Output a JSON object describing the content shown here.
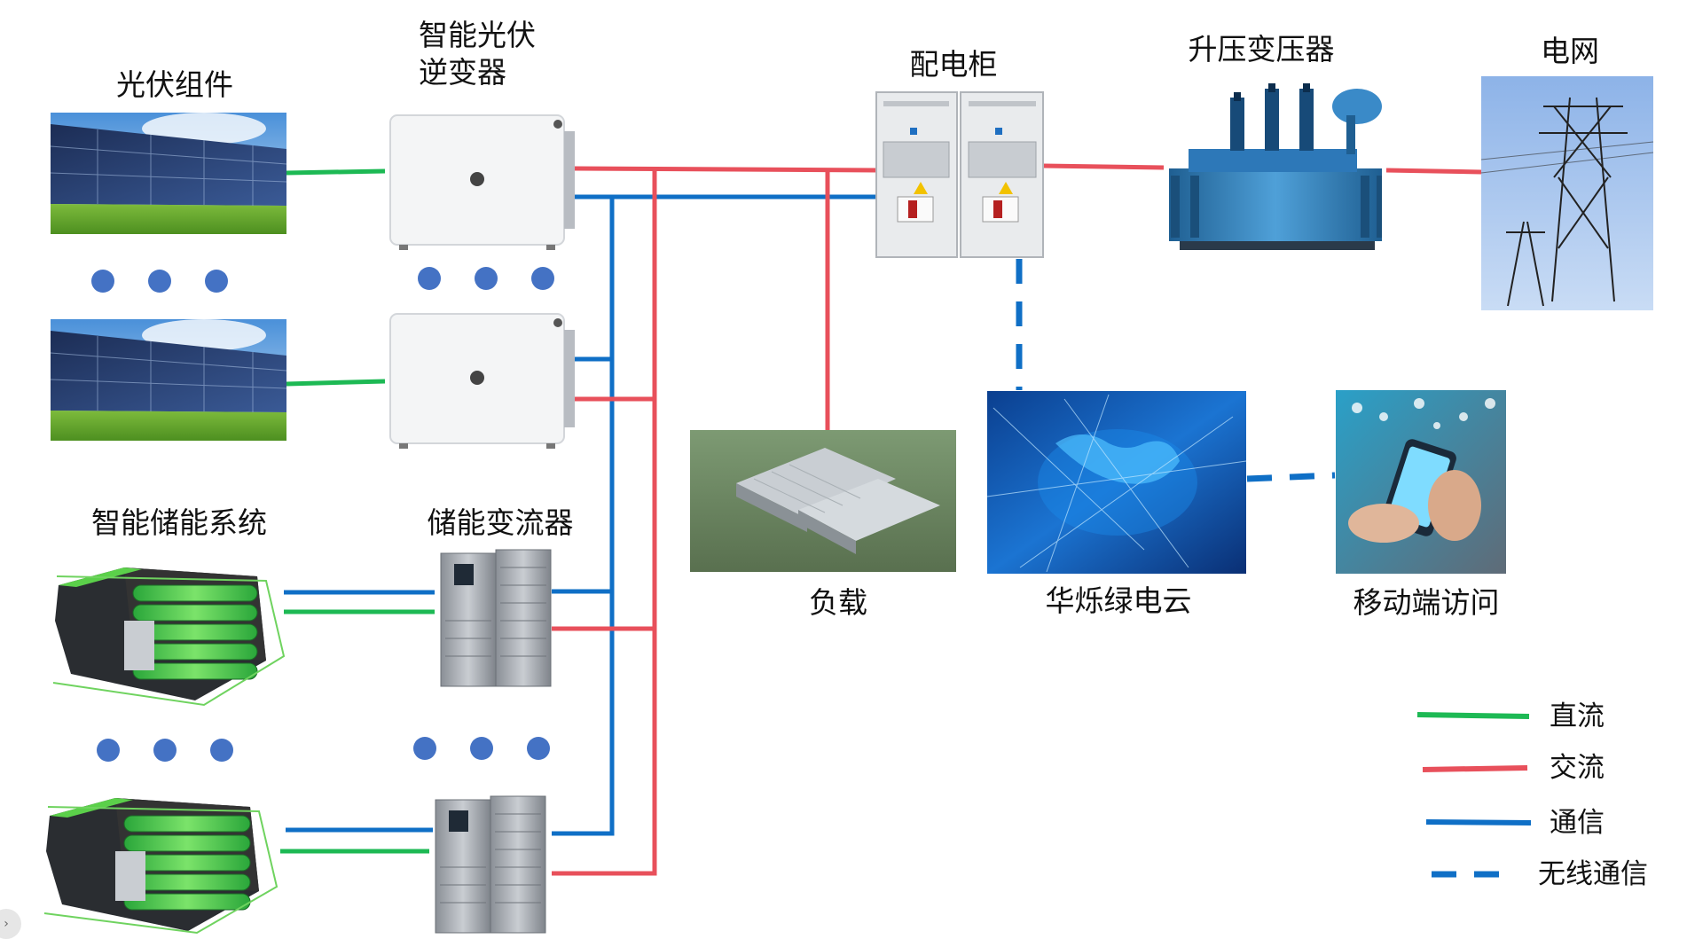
{
  "labels": {
    "pv_modules": "光伏组件",
    "pv_inverter_line1": "智能光伏",
    "pv_inverter_line2": "逆变器",
    "distribution_cabinet": "配电柜",
    "step_up_transformer": "升压变压器",
    "grid": "电网",
    "storage_system": "智能储能系统",
    "storage_converter": "储能变流器",
    "load": "负载",
    "cloud": "华烁绿电云",
    "mobile_access": "移动端访问"
  },
  "legend": [
    {
      "label": "直流",
      "color": "#1db954",
      "style": "solid"
    },
    {
      "label": "交流",
      "color": "#e8505b",
      "style": "solid"
    },
    {
      "label": "通信",
      "color": "#0f6fc6",
      "style": "solid"
    },
    {
      "label": "无线通信",
      "color": "#0f6fc6",
      "style": "dashed"
    }
  ],
  "colors": {
    "dc": "#1db954",
    "ac": "#e8505b",
    "comm": "#0f6fc6",
    "ellipsis_dot": "#4472c4"
  }
}
